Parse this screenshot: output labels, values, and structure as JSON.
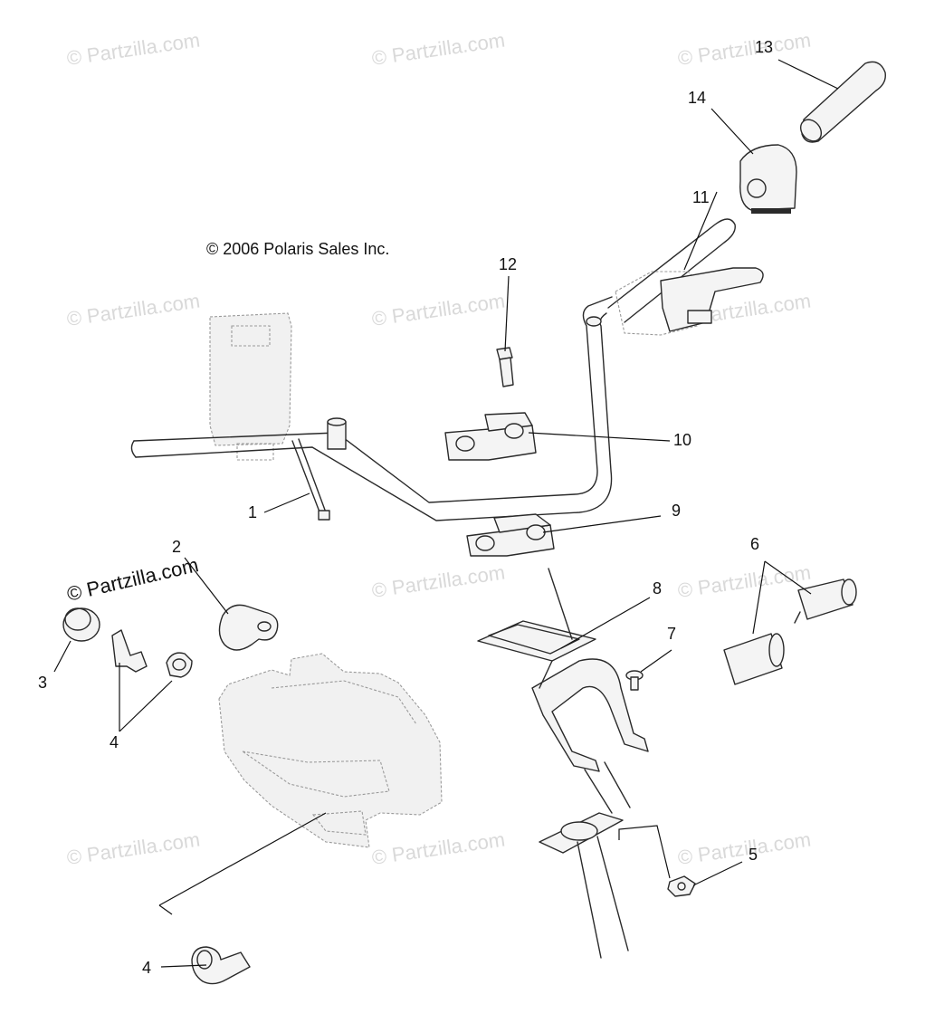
{
  "copyright": "© 2006 Polaris Sales Inc.",
  "watermark": {
    "text": "© Partzilla.com",
    "featured_text": "© Partzilla.com"
  },
  "callouts": {
    "c1": "1",
    "c2": "2",
    "c3": "3",
    "c4a": "4",
    "c4b": "4",
    "c5": "5",
    "c6": "6",
    "c7": "7",
    "c8": "8",
    "c9": "9",
    "c10": "10",
    "c11": "11",
    "c12": "12",
    "c13": "13",
    "c14": "14"
  },
  "colors": {
    "line": "#2a2a2a",
    "ghost": "#9a9a9a",
    "watermark": "#d9d9d9"
  }
}
